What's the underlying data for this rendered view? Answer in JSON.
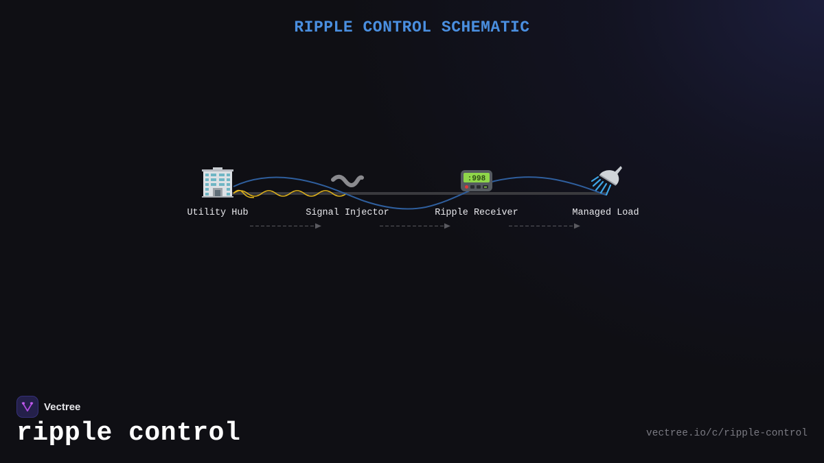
{
  "header": {
    "title": "RIPPLE CONTROL SCHEMATIC"
  },
  "diagram": {
    "nodes": [
      {
        "id": "utility-hub",
        "label": "Utility Hub",
        "icon": "office-building-icon",
        "glyph": "🏢"
      },
      {
        "id": "signal-injector",
        "label": "Signal Injector",
        "icon": "wavy-dash-icon",
        "glyph": "〰️"
      },
      {
        "id": "ripple-receiver",
        "label": "Ripple Receiver",
        "icon": "pager-icon",
        "glyph": "📟"
      },
      {
        "id": "managed-load",
        "label": "Managed Load",
        "icon": "shower-icon",
        "glyph": "🚿"
      }
    ],
    "flows": [
      {
        "from": "utility-hub",
        "to": "signal-injector"
      },
      {
        "from": "signal-injector",
        "to": "ripple-receiver"
      },
      {
        "from": "ripple-receiver",
        "to": "managed-load"
      }
    ],
    "colors": {
      "power_line": "#3a3a3e",
      "ripple_signal": "#e3b51c",
      "carrier_wave": "#2f5f9e",
      "flow_arrow": "#5a5a60"
    }
  },
  "footer": {
    "brand_name": "Vectree",
    "page_title": "ripple control",
    "url": "vectree.io/c/ripple-control"
  },
  "colors": {
    "background": "#0f0f14",
    "title": "#4a8fe0",
    "brand_logo_bg": "#24204a",
    "brand_logo_mark": "#b04ae0"
  }
}
